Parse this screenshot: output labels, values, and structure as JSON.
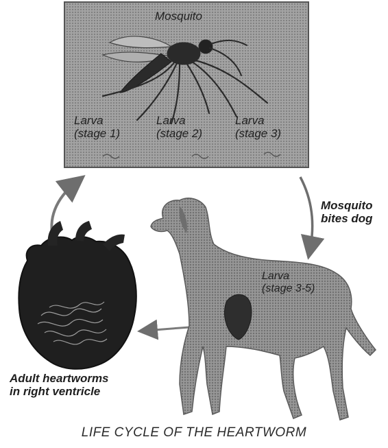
{
  "mosquito_label": "Mosquito",
  "larva_stage1": {
    "line1": "Larva",
    "line2": "(stage 1)"
  },
  "larva_stage2": {
    "line1": "Larva",
    "line2": "(stage 2)"
  },
  "larva_stage3": {
    "line1": "Larva",
    "line2": "(stage 3)"
  },
  "bite_label": {
    "line1": "Mosquito",
    "line2": "bites dog"
  },
  "larva_dog": {
    "line1": "Larva",
    "line2": "(stage 3-5)"
  },
  "adult_label": {
    "line1": "Adult heartworms",
    "line2": "in right ventricle"
  },
  "caption": "LIFE CYCLE OF THE HEARTWORM",
  "colors": {
    "box_fill": "#9a9a9a",
    "dog_fill": "#8e8e8e",
    "heart_fill": "#1f1f1f",
    "arrow": "#7a7a7a"
  }
}
